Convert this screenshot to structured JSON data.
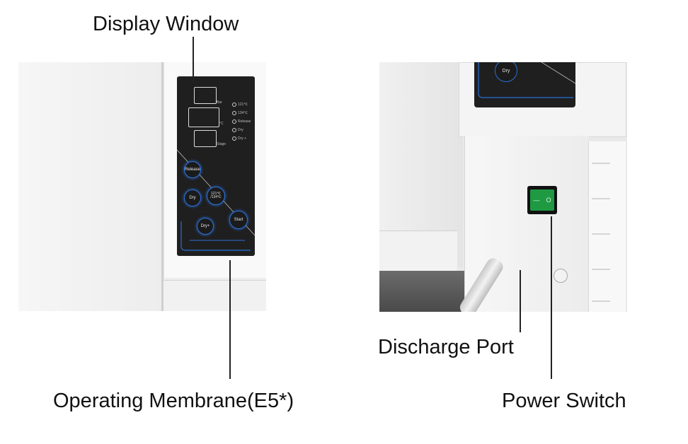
{
  "callouts": {
    "display_window": "Display Window",
    "operating_membrane": "Operating Membrane(E5*)",
    "discharge_port": "Discharge Port",
    "power_switch": "Power Switch"
  },
  "panel": {
    "display_units": [
      "Bar",
      "°C",
      "Stage"
    ],
    "indicators": [
      "121℃",
      "134℃",
      "Release",
      "Dry",
      "Dry +"
    ],
    "buttons": {
      "release": "Release",
      "dry": "Dry",
      "temp": "121℃ /134℃",
      "dry_plus": "Dry+",
      "start": "Start"
    }
  },
  "right_photo": {
    "dry_button": "Dry",
    "switch_on": "—",
    "switch_off": "O"
  },
  "colors": {
    "panel_accent": "#2b6fd6",
    "switch_green": "#1f9a43",
    "leader_line": "#222222"
  }
}
